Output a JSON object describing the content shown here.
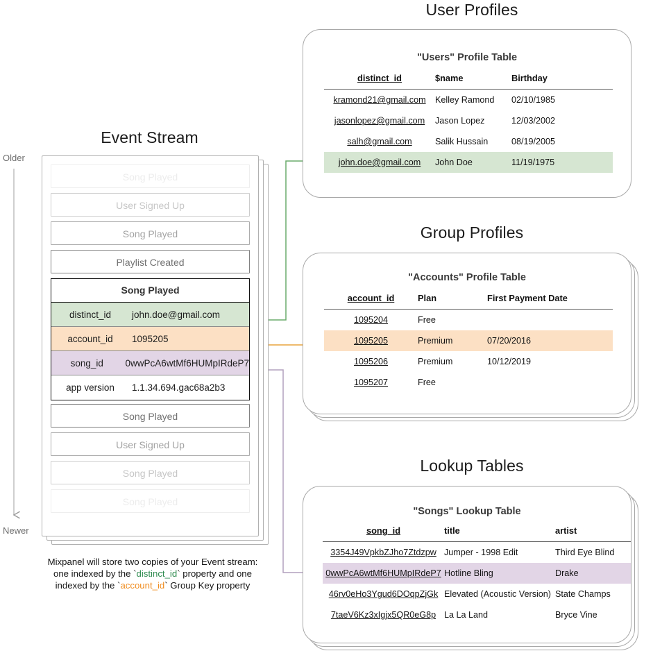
{
  "sections": {
    "event_stream_title": "Event Stream",
    "user_profiles_title": "User Profiles",
    "group_profiles_title": "Group Profiles",
    "lookup_tables_title": "Lookup Tables"
  },
  "axis": {
    "older": "Older",
    "newer": "Newer"
  },
  "event_stream": {
    "items_above": [
      {
        "label": "Song Played"
      },
      {
        "label": "User Signed Up"
      },
      {
        "label": "Song Played"
      },
      {
        "label": "Playlist Created"
      }
    ],
    "expanded_event": {
      "title": "Song Played",
      "properties": [
        {
          "key": "distinct_id",
          "value": "john.doe@gmail.com",
          "highlight": "green"
        },
        {
          "key": "account_id",
          "value": "1095205",
          "highlight": "orange"
        },
        {
          "key": "song_id",
          "value": "0wwPcA6wtMf6HUMpIRdeP7",
          "highlight": "purple"
        },
        {
          "key": "app version",
          "value": "1.1.34.694.gac68a2b3",
          "highlight": "none"
        }
      ]
    },
    "items_below": [
      {
        "label": "Song Played"
      },
      {
        "label": "User Signed Up"
      },
      {
        "label": "Song Played"
      },
      {
        "label": "Song Played"
      }
    ]
  },
  "caption": {
    "line1": "Mixpanel will store two copies of your Event stream:",
    "line2_pre": "one indexed by the `",
    "line2_key": "distinct_id",
    "line2_post": "` property and one",
    "line3_pre": "indexed by the `",
    "line3_key": "account_id",
    "line3_post": "` Group Key property"
  },
  "users_table": {
    "title": "\"Users\" Profile Table",
    "columns": [
      "distinct_id",
      "$name",
      "Birthday"
    ],
    "rows": [
      {
        "cells": [
          "kramond21@gmail.com",
          "Kelley Ramond",
          "02/10/1985"
        ],
        "highlight": "none"
      },
      {
        "cells": [
          "jasonlopez@gmail.com",
          "Jason Lopez",
          "12/03/2002"
        ],
        "highlight": "none"
      },
      {
        "cells": [
          "salh@gmail.com",
          "Salik Hussain",
          "08/19/2005"
        ],
        "highlight": "none"
      },
      {
        "cells": [
          "john.doe@gmail.com",
          "John Doe",
          "11/19/1975"
        ],
        "highlight": "green"
      }
    ]
  },
  "accounts_table": {
    "title": "\"Accounts\" Profile Table",
    "columns": [
      "account_id",
      "Plan",
      "First Payment Date"
    ],
    "rows": [
      {
        "cells": [
          "1095204",
          "Free",
          ""
        ],
        "highlight": "none"
      },
      {
        "cells": [
          "1095205",
          "Premium",
          "07/20/2016"
        ],
        "highlight": "orange"
      },
      {
        "cells": [
          "1095206",
          "Premium",
          "10/12/2019"
        ],
        "highlight": "none"
      },
      {
        "cells": [
          "1095207",
          "Free",
          ""
        ],
        "highlight": "none"
      }
    ]
  },
  "songs_table": {
    "title": "\"Songs\" Lookup Table",
    "columns": [
      "song_id",
      "title",
      "artist"
    ],
    "rows": [
      {
        "cells": [
          "3354J49VpkbZJho7Ztdzpw",
          "Jumper - 1998 Edit",
          "Third Eye Blind"
        ],
        "highlight": "none"
      },
      {
        "cells": [
          "0wwPcA6wtMf6HUMpIRdeP7",
          "Hotline Bling",
          "Drake"
        ],
        "highlight": "purple"
      },
      {
        "cells": [
          "46rv0eHo3Ygud6DOqpZjGk",
          "Elevated (Acoustic Version)",
          "State Champs"
        ],
        "highlight": "none"
      },
      {
        "cells": [
          "7taeV6Kz3xIgjx5QR0eG8p",
          "La La Land",
          "Bryce Vine"
        ],
        "highlight": "none"
      }
    ]
  },
  "colors": {
    "green": "#d6e6d2",
    "orange": "#fce0c4",
    "purple": "#e2d5e6",
    "green_line": "#56a75a",
    "orange_line": "#e8a33d",
    "purple_line": "#b2a0bd",
    "gray_line": "#8d8d8d"
  }
}
